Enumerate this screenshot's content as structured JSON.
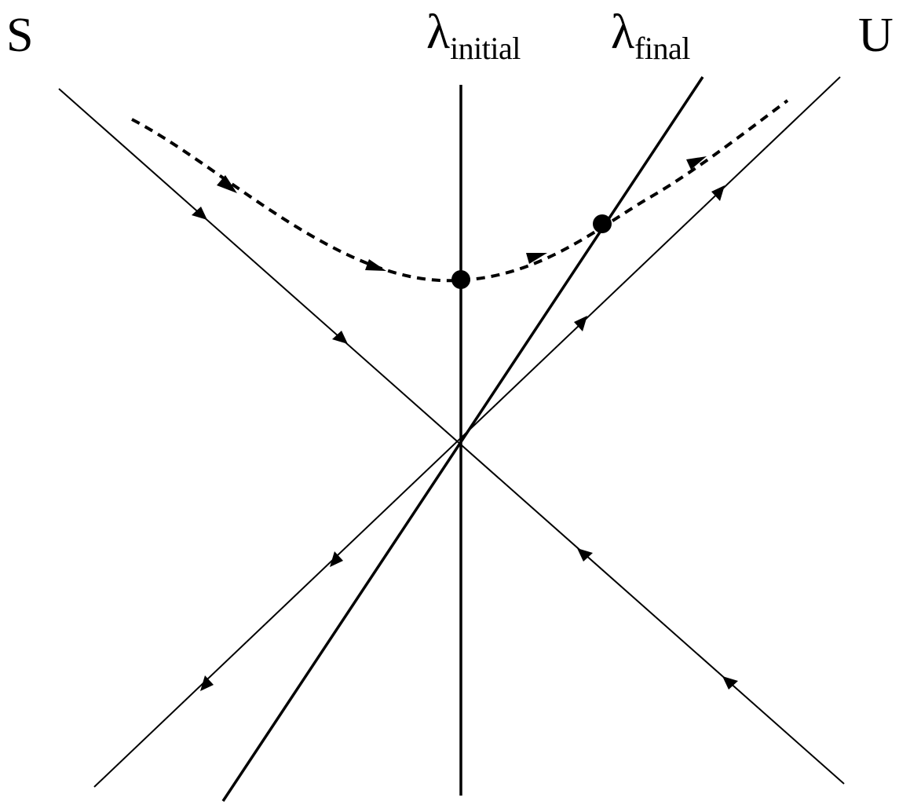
{
  "labels": {
    "s": "S",
    "u": "U",
    "lambda_initial": {
      "symbol": "λ",
      "subscript": "initial"
    },
    "lambda_final": {
      "symbol": "λ",
      "subscript": "final"
    }
  },
  "colors": {
    "ink": "#000000",
    "background": "#ffffff"
  }
}
